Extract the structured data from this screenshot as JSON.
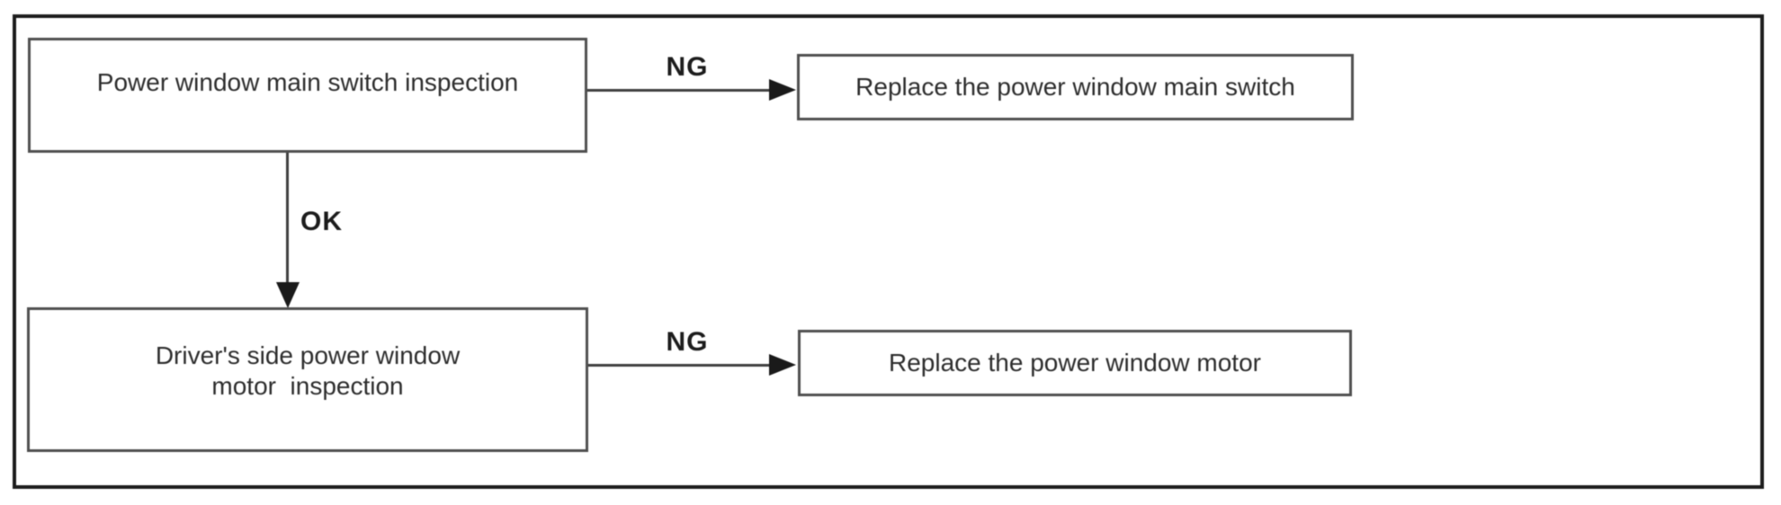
{
  "flowchart": {
    "nodes": [
      {
        "id": "power-window-main-switch-inspection",
        "label": "Power window main switch inspection",
        "type": "inspection-step"
      },
      {
        "id": "replace-power-window-main-switch",
        "label": "Replace the power window main switch",
        "type": "action"
      },
      {
        "id": "drivers-side-power-window-motor-inspection",
        "label": "Driver's side power window motor inspection",
        "lines": [
          "Driver's side power window",
          "motor  inspection"
        ],
        "type": "inspection-step"
      },
      {
        "id": "replace-power-window-motor",
        "label": "Replace the power window motor",
        "type": "action"
      }
    ],
    "edges": [
      {
        "from": "power-window-main-switch-inspection",
        "to": "replace-power-window-main-switch",
        "label": "NG",
        "direction": "right"
      },
      {
        "from": "power-window-main-switch-inspection",
        "to": "drivers-side-power-window-motor-inspection",
        "label": "OK",
        "direction": "down"
      },
      {
        "from": "drivers-side-power-window-motor-inspection",
        "to": "replace-power-window-motor",
        "label": "NG",
        "direction": "right"
      }
    ],
    "colors": {
      "background": "#ffffff",
      "frame_border": "#1c1c1c",
      "node_border": "#4f4f4f",
      "line": "#3f3f3f",
      "arrowhead": "#1a1a1a",
      "text": "#2d2d2d",
      "edge_label_text": "#1c1c1c"
    }
  }
}
